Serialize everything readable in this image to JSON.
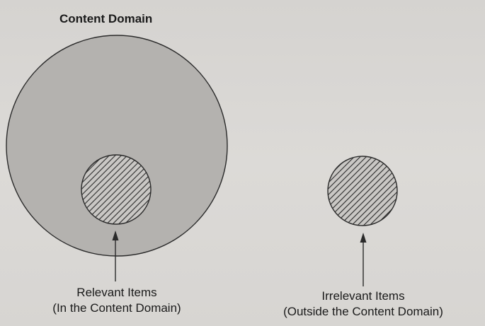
{
  "title": "Content Domain",
  "relevant": {
    "line1": "Relevant Items",
    "line2": "(In the Content Domain)"
  },
  "irrelevant": {
    "line1": "Irrelevant Items",
    "line2": "(Outside the Content Domain)"
  },
  "colors": {
    "domain_fill": "#b4b2af",
    "outline": "#2a2a2a",
    "hatch": "#2a2a2a",
    "background": "#d8d6d3"
  }
}
